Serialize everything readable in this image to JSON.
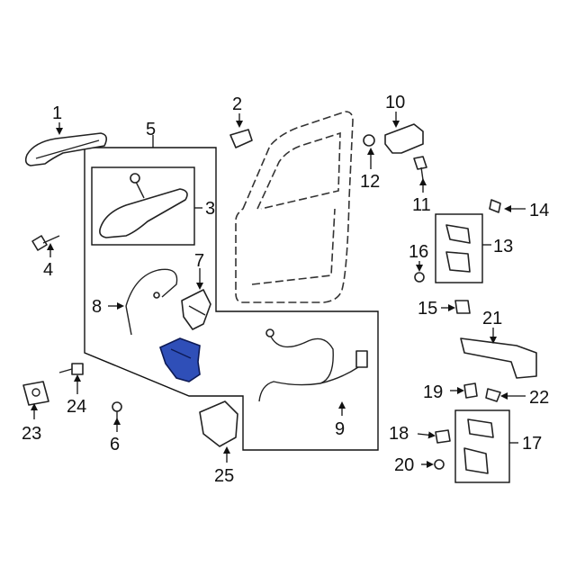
{
  "diagram": {
    "callouts": [
      "1",
      "2",
      "3",
      "4",
      "5",
      "6",
      "7",
      "8",
      "9",
      "10",
      "11",
      "12",
      "13",
      "14",
      "15",
      "16",
      "17",
      "18",
      "19",
      "20",
      "21",
      "22",
      "23",
      "24",
      "25"
    ],
    "highlight_color": "#2f4fb8",
    "highlighted_part": "5"
  }
}
